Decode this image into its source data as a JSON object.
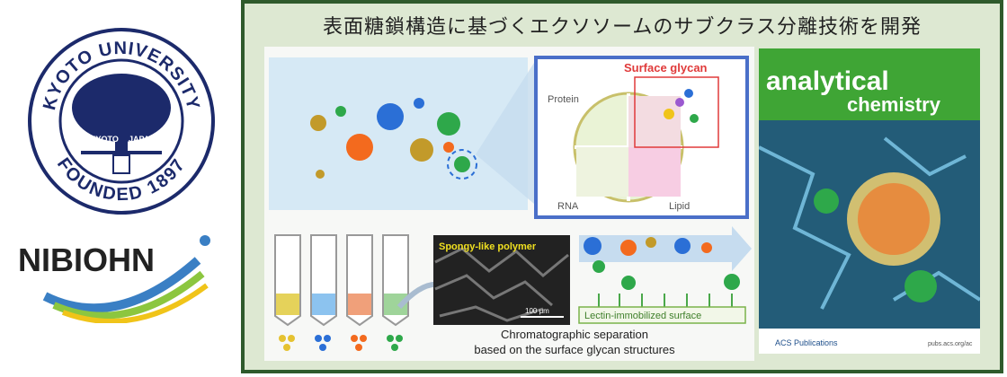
{
  "title": "表面糖鎖構造に基づくエクソソームのサブクラス分離技術を開発",
  "seal": {
    "top_text": "KYOTO UNIVERSITY",
    "bottom_text": "FOUNDED 1897",
    "left_label": "KYOTO",
    "right_label": "JAPAN"
  },
  "nibiohn_logo": "NIBIOHN",
  "diagram": {
    "surface_glycan": "Surface glycan",
    "protein": "Protein",
    "rna": "RNA",
    "lipid": "Lipid",
    "polymer": "Spongy-like polymer",
    "scale": "100 μm",
    "lectin": "Lectin-immobilized surface",
    "caption_line1": "Chromatographic separation",
    "caption_line2": "based on the surface glycan structures"
  },
  "cover": {
    "title1": "analytical",
    "title2": "chemistry",
    "publisher": "ACS Publications",
    "url": "pubs.acs.org/ac"
  },
  "colors": {
    "frame": "#2f5a2c",
    "panel_bg": "#dde8d2",
    "cover_green": "#3fa535",
    "blue_box": "#4a6fc8"
  }
}
